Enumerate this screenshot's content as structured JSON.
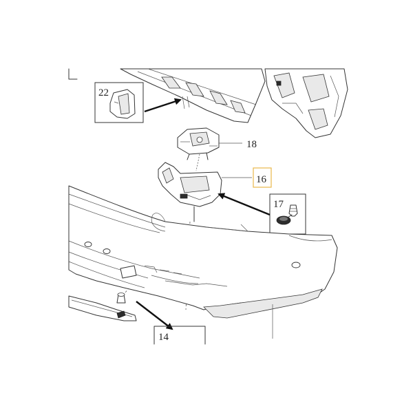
{
  "callouts": [
    {
      "id": "callout-22",
      "label": "22"
    },
    {
      "id": "callout-18",
      "label": "18"
    },
    {
      "id": "callout-16",
      "label": "16",
      "highlighted": true
    },
    {
      "id": "callout-17",
      "label": "17"
    },
    {
      "id": "callout-14",
      "label": "14"
    }
  ],
  "colors": {
    "line": "#333333",
    "highlight": "#e8b84a",
    "background": "#ffffff"
  }
}
